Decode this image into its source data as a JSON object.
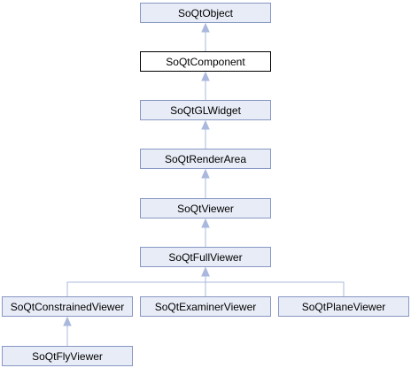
{
  "diagram": {
    "edge_color": "#a9b8dc",
    "node_fill": "#e8ecf6",
    "node_border": "#8897c4",
    "current_node_fill": "#ffffff",
    "current_node_border": "#000000",
    "nodes": {
      "soqtobject": "SoQtObject",
      "soqtcomponent": "SoQtComponent",
      "soqtglwidget": "SoQtGLWidget",
      "soqtrenderarea": "SoQtRenderArea",
      "soqtviewer": "SoQtViewer",
      "soqtfullviewer": "SoQtFullViewer",
      "soqtconstrainedviewer": "SoQtConstrainedViewer",
      "soqtexaminerviewer": "SoQtExaminerViewer",
      "soqtplaneviewer": "SoQtPlaneViewer",
      "soqtflyviewer": "SoQtFlyViewer"
    },
    "current": "soqtcomponent",
    "edges": [
      {
        "from": "soqtcomponent",
        "to": "soqtobject"
      },
      {
        "from": "soqtglwidget",
        "to": "soqtcomponent"
      },
      {
        "from": "soqtrenderarea",
        "to": "soqtglwidget"
      },
      {
        "from": "soqtviewer",
        "to": "soqtrenderarea"
      },
      {
        "from": "soqtfullviewer",
        "to": "soqtviewer"
      },
      {
        "from": "soqtconstrainedviewer",
        "to": "soqtfullviewer"
      },
      {
        "from": "soqtexaminerviewer",
        "to": "soqtfullviewer"
      },
      {
        "from": "soqtplaneviewer",
        "to": "soqtfullviewer"
      },
      {
        "from": "soqtflyviewer",
        "to": "soqtconstrainedviewer"
      }
    ]
  }
}
